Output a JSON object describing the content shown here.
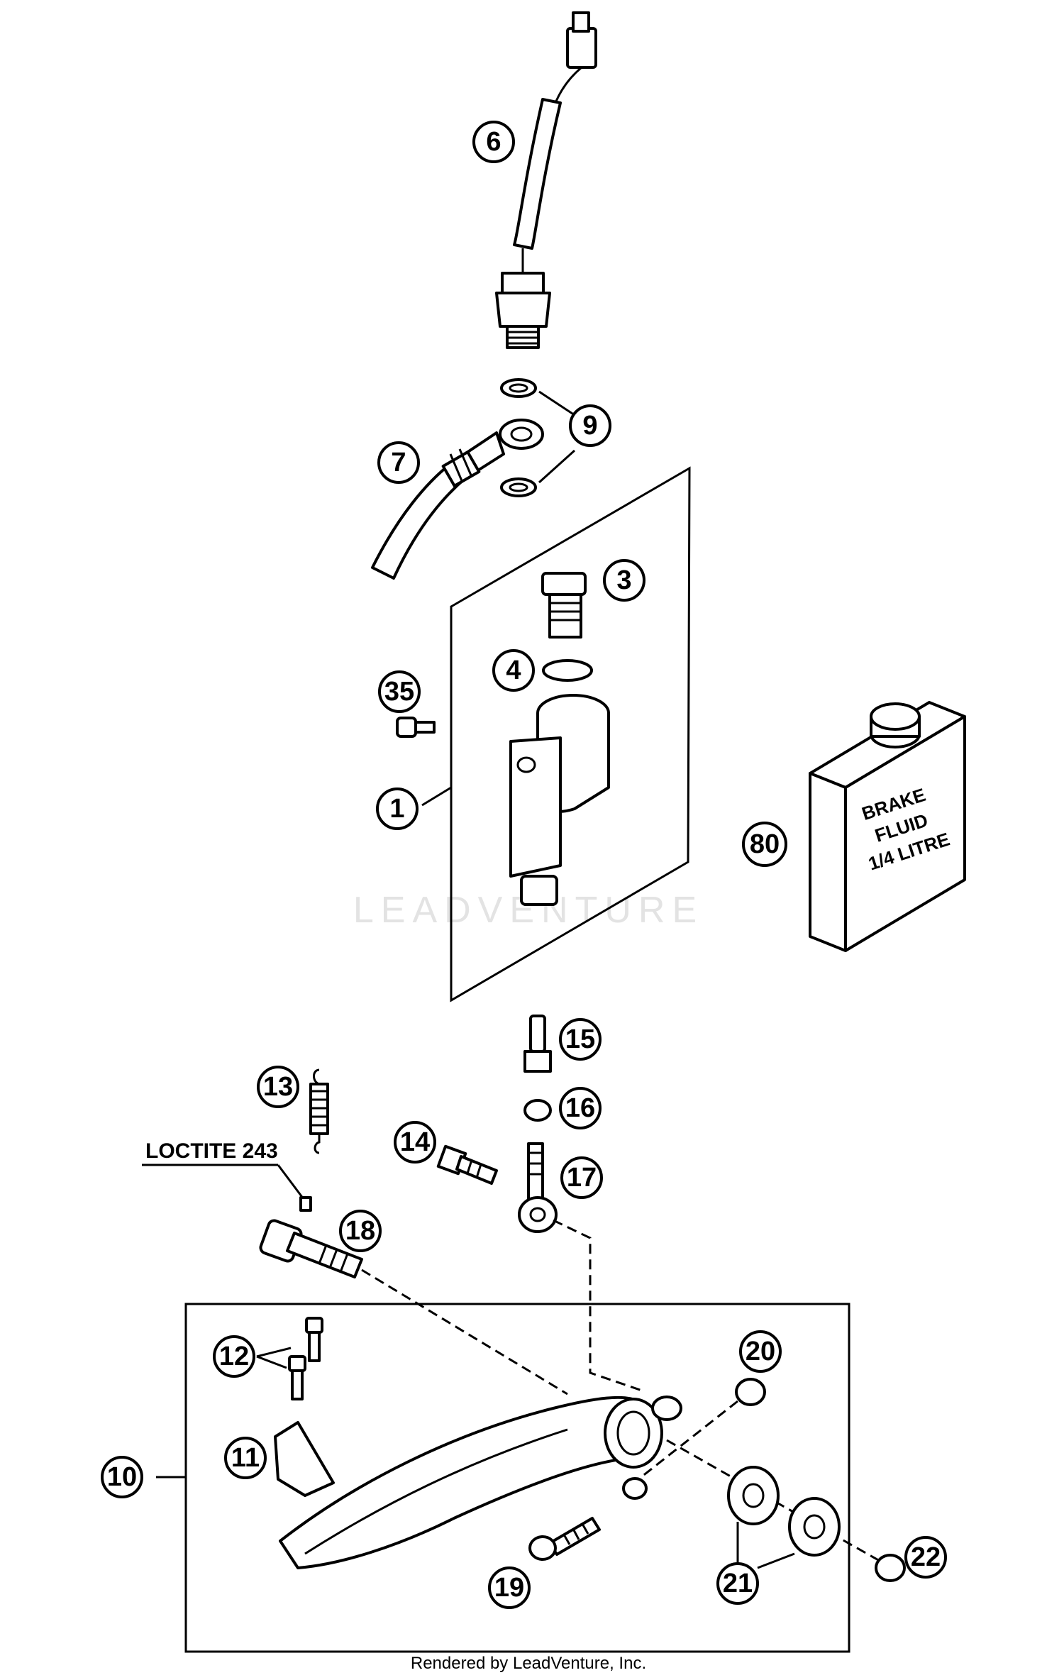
{
  "watermark": "LEADVENTURE",
  "footer": "Rendered by LeadVenture, Inc.",
  "annotation_loctite": "LOCTITE 243",
  "bottle_label": [
    "BRAKE",
    "FLUID",
    "1/4 LITRE"
  ],
  "callouts": {
    "c1": "1",
    "c3": "3",
    "c4": "4",
    "c6": "6",
    "c7": "7",
    "c9": "9",
    "c10": "10",
    "c11": "11",
    "c12": "12",
    "c13": "13",
    "c14": "14",
    "c15": "15",
    "c16": "16",
    "c17": "17",
    "c18": "18",
    "c19": "19",
    "c20": "20",
    "c21": "21",
    "c22": "22",
    "c35": "35",
    "c80": "80"
  }
}
